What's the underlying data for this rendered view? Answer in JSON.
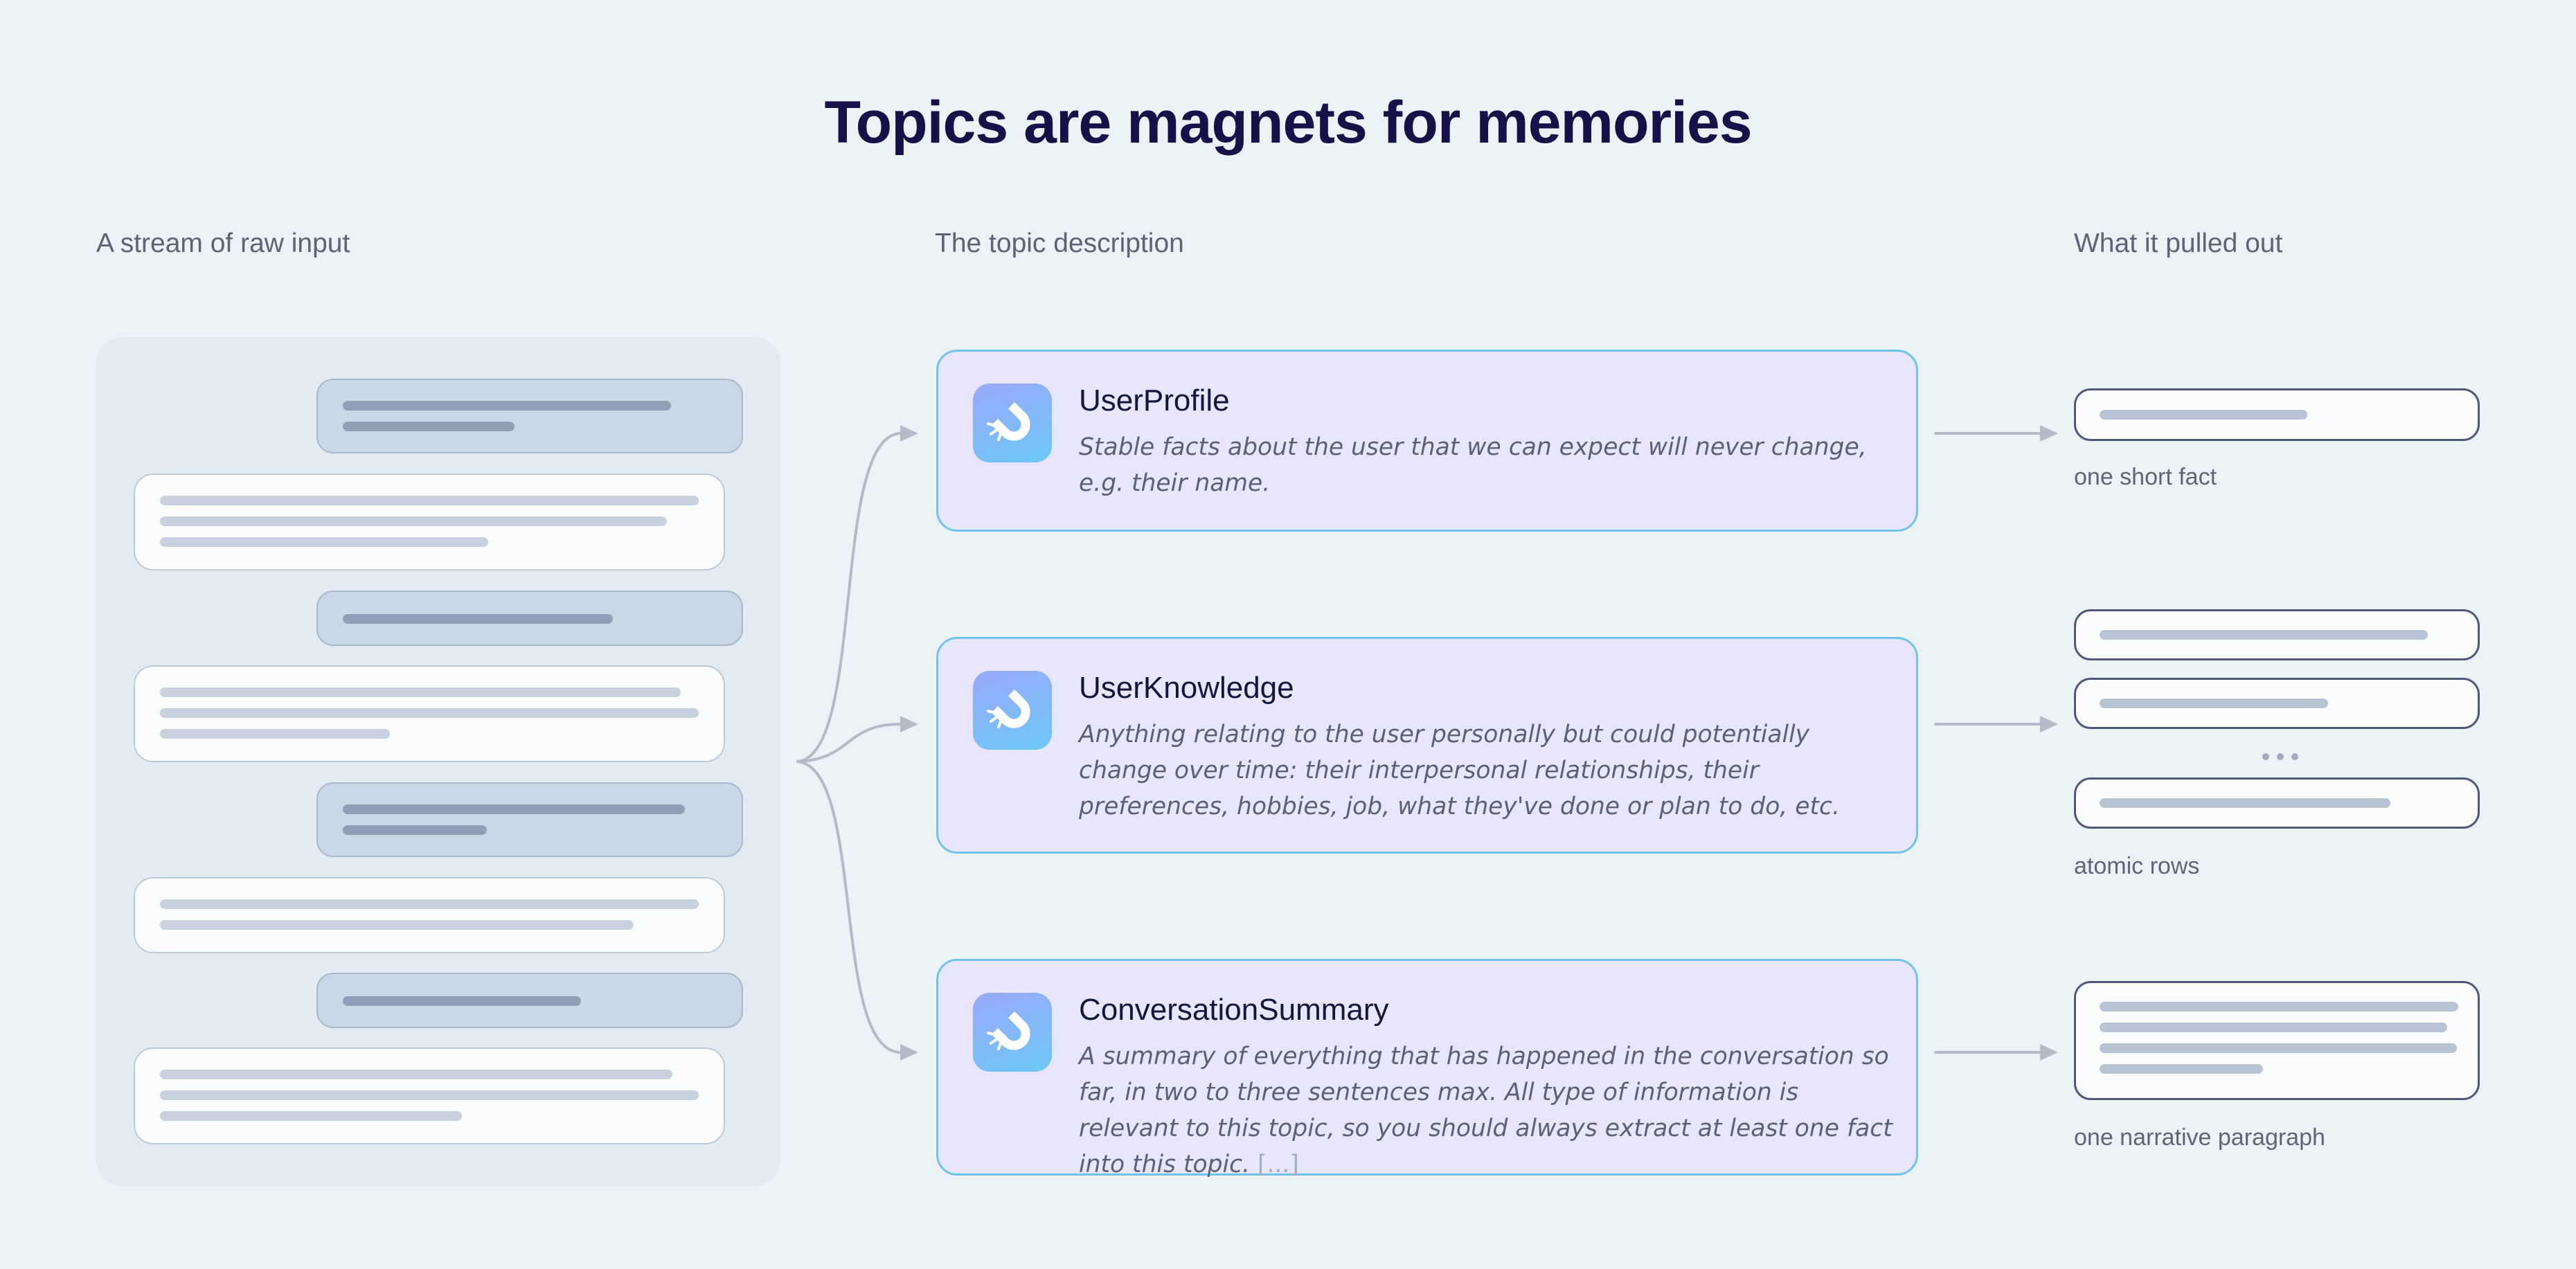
{
  "title": "Topics are magnets for memories",
  "columns": {
    "input": "A stream of raw input",
    "topic": "The topic description",
    "output": "What it pulled out"
  },
  "topics": [
    {
      "name": "UserProfile",
      "description": "Stable facts about the user that we can expect will never change, e.g. their name.",
      "icon": "magnet-icon",
      "output_caption": "one short fact"
    },
    {
      "name": "UserKnowledge",
      "description": "Anything relating to the user personally but could potentially change over time: their interpersonal relationships, their preferences, hobbies, job, what they've done or plan to do, etc.",
      "icon": "magnet-icon",
      "output_caption": "atomic rows"
    },
    {
      "name": "ConversationSummary",
      "description": "A summary of everything that has happened in the conversation so far, in two to three sentences max. All type of information is relevant to this topic, so you should always extract at least one fact into this topic.",
      "description_truncation": "[...]",
      "icon": "magnet-icon",
      "output_caption": "one narrative paragraph"
    }
  ],
  "colors": {
    "background": "#ecf3f6",
    "title": "#15124a",
    "card_fill": "#e7e6fd",
    "card_border": "#6fc3ee",
    "output_border": "#53587a",
    "connector": "#b3bac8"
  }
}
